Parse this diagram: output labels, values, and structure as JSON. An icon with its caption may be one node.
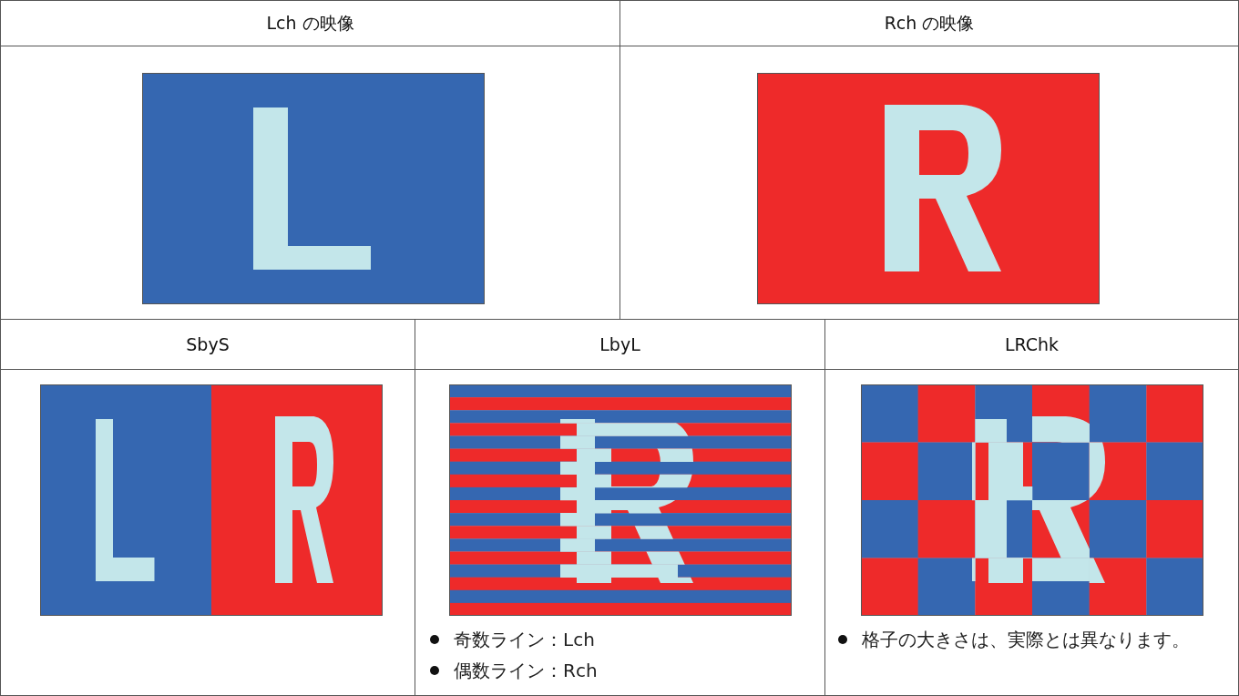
{
  "diagram": {
    "labels": [
      "Lch の映像",
      "Rch の映像",
      "SbyS",
      "LbyL",
      "LRChk",
      "奇数ライン：Lch",
      "偶数ライン：Rch",
      "格子の大きさは、実際とは異なります。"
    ]
  }
}
